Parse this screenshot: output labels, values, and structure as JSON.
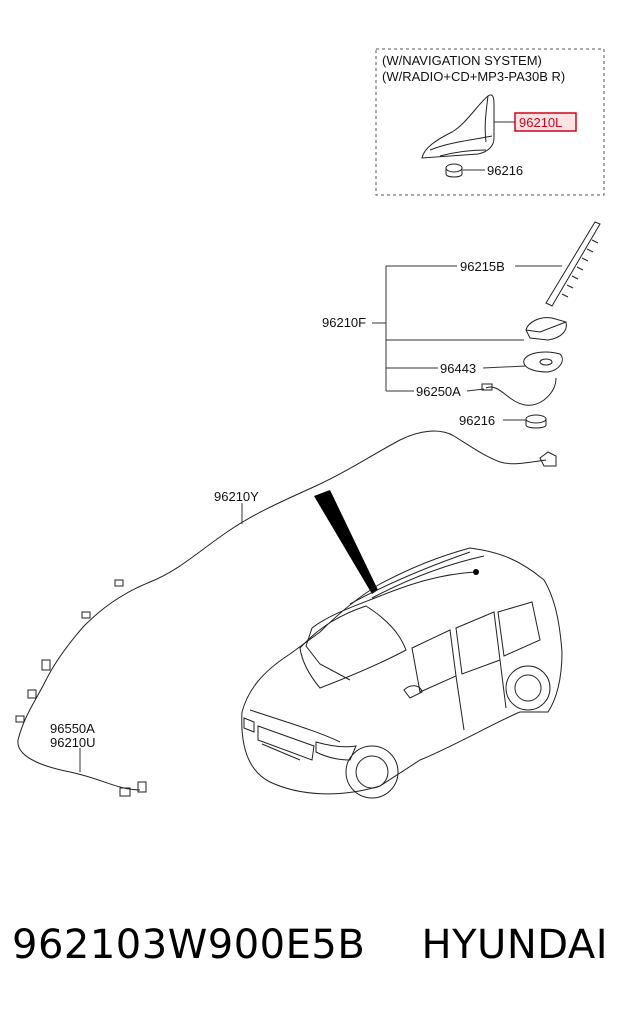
{
  "inset": {
    "line1": "(W/NAVIGATION SYSTEM)",
    "line2": "(W/RADIO+CD+MP3-PA30B R)",
    "part_highlighted": "96210L",
    "part_nut": "96216"
  },
  "parts": {
    "p96215B": "96215B",
    "p96210F": "96210F",
    "p96443": "96443",
    "p96250A": "96250A",
    "p96216": "96216",
    "p96210Y": "96210Y",
    "p96550A": "96550A",
    "p96210U": "96210U"
  },
  "footer": {
    "part_number": "962103W900E5B",
    "brand": "HYUNDAI"
  },
  "colors": {
    "highlight": "#d0021b",
    "highlight_fill": "#fde3e3",
    "line": "#222222"
  }
}
